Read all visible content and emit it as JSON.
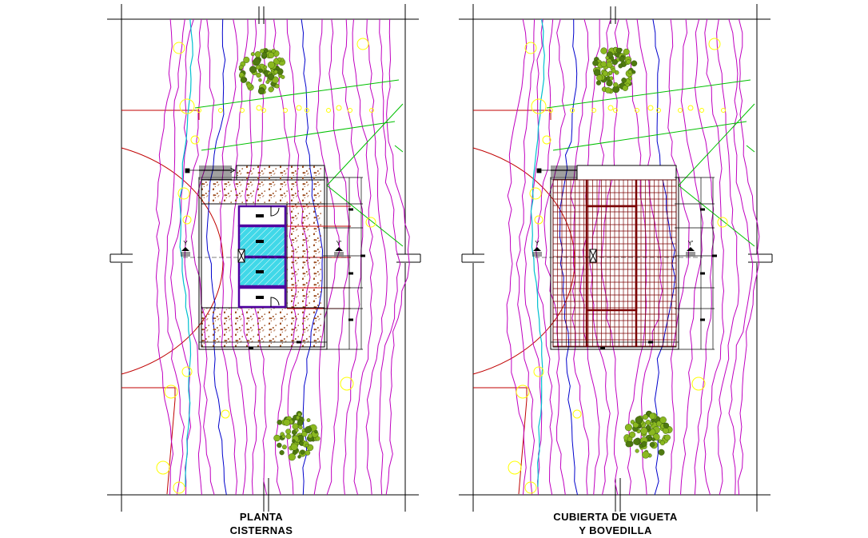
{
  "panels": [
    {
      "title_line1": "PLANTA",
      "title_line2": "CISTERNAS",
      "variant": "cisternas"
    },
    {
      "title_line1": "CUBIERTA DE VIGUETA",
      "title_line2": "Y BOVEDILLA",
      "variant": "cubierta"
    }
  ],
  "section_marks": {
    "left": "Y",
    "right": "Y'"
  },
  "colors": {
    "background": "#ffffff",
    "frame": "#000000",
    "contour": "#c000c0",
    "contour_blue": "#0000cc",
    "stream": "#00c0d0",
    "property_line": "#c00000",
    "green_line": "#00c000",
    "tree_marker": "#ffff00",
    "water": "#40d8e8",
    "gravel": "#9a4a1c",
    "roof_grid": "#7a0000",
    "wall": "#5000a0",
    "tree_foliage": "#8ab820"
  }
}
